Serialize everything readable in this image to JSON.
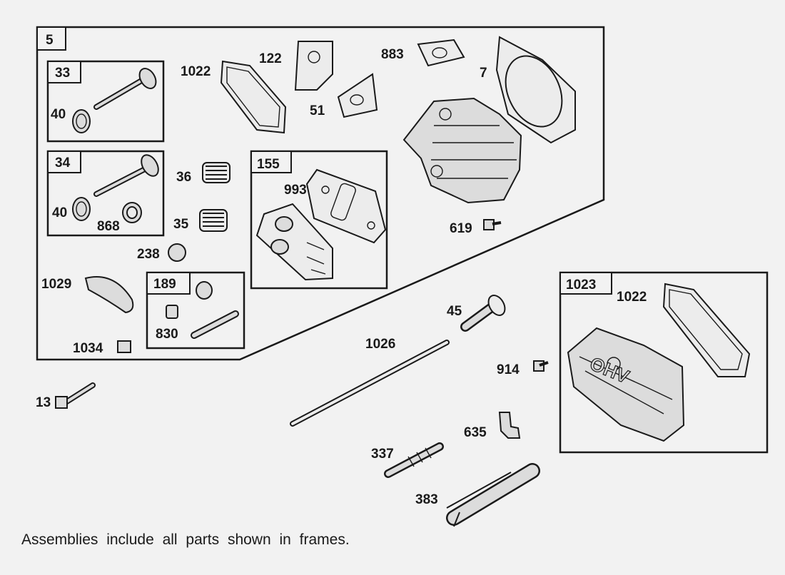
{
  "footnote": "Assemblies include all parts shown in frames.",
  "frames": {
    "main": "5",
    "exhaust_valve": "33",
    "intake_valve": "34",
    "gasket_set": "155",
    "breather": "189",
    "cover_assembly": "1023"
  },
  "parts": {
    "valve_retainer_a": "40",
    "valve_retainer_b": "40",
    "valve_seal": "868",
    "gasket_cover_inner": "1022",
    "gasket_cover_right": "1022",
    "gasket_122": "122",
    "gasket_51": "51",
    "gasket_883": "883",
    "head_gasket": "7",
    "spring_36": "36",
    "spring_35": "35",
    "plug_238": "238",
    "gasket_993": "993",
    "bolt_619": "619",
    "rocker_arm": "1029",
    "fitting_830": "830",
    "clip_1034": "1034",
    "bolt_13": "13",
    "push_rod": "1026",
    "guide_45": "45",
    "bolt_914": "914",
    "elbow_635": "635",
    "spark_plug": "337",
    "wrench_383": "383"
  },
  "cover_logo": "OHV"
}
